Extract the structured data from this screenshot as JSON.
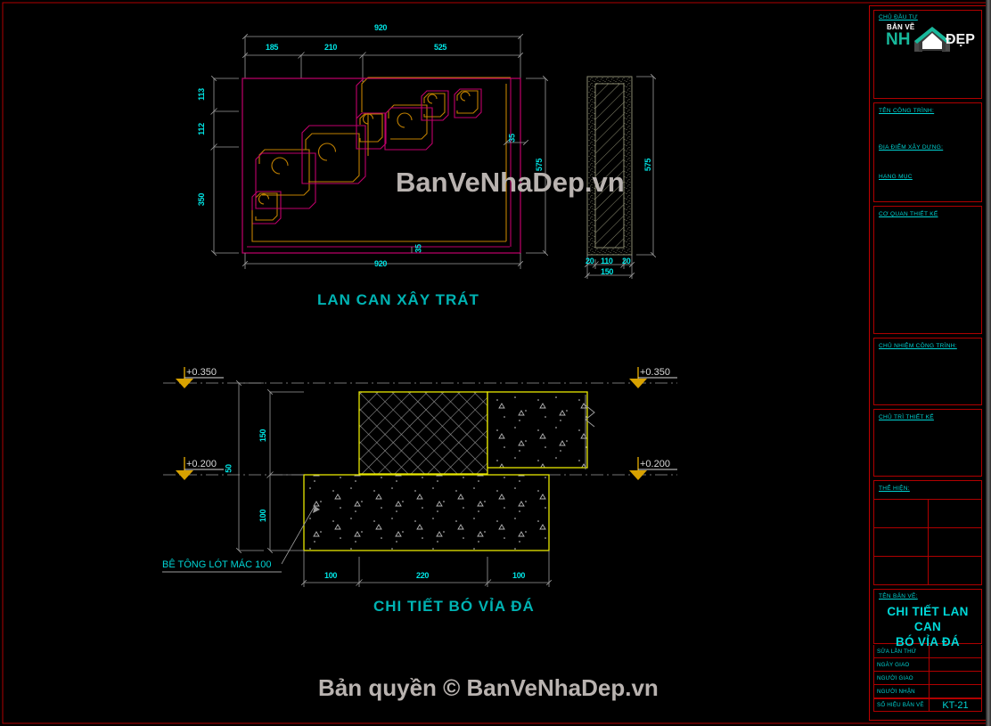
{
  "drawing": {
    "detail_top": {
      "title": "LAN CAN XÂY TRÁT",
      "dims_top_overall": "920",
      "dims_top_chain": [
        "185",
        "210",
        "525"
      ],
      "dims_left_chain": [
        "113",
        "112",
        "350"
      ],
      "dims_bottom_overall": "920",
      "dim_right_small": "35",
      "dim_right_overall": "575",
      "dim_inner_bottom": "35"
    },
    "section_right": {
      "dim_height": "575",
      "dims_width_chain": [
        "20",
        "110",
        "20"
      ],
      "dim_width_overall": "150"
    },
    "detail_bottom": {
      "title": "CHI TIẾT BÓ VỈA ĐÁ",
      "level_top_left": "+0.350",
      "level_top_right": "+0.350",
      "level_mid_left": "+0.200",
      "level_mid_right": "+0.200",
      "dim_v_150": "150",
      "dim_v_50": "50",
      "dim_v_100": "100",
      "dims_bottom_chain": [
        "100",
        "220",
        "100"
      ],
      "note": "BÊ TÔNG LÓT MÁC 100"
    }
  },
  "watermarks": {
    "middle": "BanVeNhaDep.vn",
    "bottom": "Bản quyền © BanVeNhaDep.vn"
  },
  "titleblock": {
    "logo": {
      "top_text": "BẢN VẼ",
      "main_text": "NH",
      "tail_text": "ĐẸP"
    },
    "labels": {
      "chu_dau_tu": "CHỦ ĐẦU TƯ",
      "ten_cong_trinh": "TÊN CÔNG TRÌNH:",
      "dia_diem_xay_dung": "ĐỊA ĐIỂM XÂY DỰNG:",
      "hang_muc": "HẠNG MỤC",
      "co_quan_thiet_ke": "CƠ QUAN THIẾT KẾ",
      "chu_nhiem_cong_trinh": "CHỦ NHIỆM CÔNG TRÌNH:",
      "chu_tri_thiet_ke": "CHỦ TRÌ THIẾT KẾ",
      "the_hien": "THỂ HIỆN:",
      "ten_ban_ve": "TÊN BẢN VẼ:"
    },
    "drawing_title_line1": "CHI TIẾT LAN CAN",
    "drawing_title_line2": "BÓ VỈA ĐÁ",
    "rows": [
      {
        "label": "SỬA LẦN THỨ",
        "value": ""
      },
      {
        "label": "NGÀY GIAO",
        "value": ""
      },
      {
        "label": "NGƯỜI GIAO",
        "value": ""
      },
      {
        "label": "NGƯỜI NHẬN",
        "value": ""
      },
      {
        "label": "SỐ HIỆU BẢN VẼ",
        "value": "KT-21"
      }
    ]
  },
  "colors": {
    "background": "#000000",
    "dimension_text": "#00e5e5",
    "title_text": "#00b3b3",
    "titleblock_border": "#c00000",
    "profile_magenta": "#c0006b",
    "profile_orange": "#c08000",
    "yellow": "#e8e800",
    "gray_line": "#9b9b9b",
    "logo_green": "#17b89b"
  }
}
